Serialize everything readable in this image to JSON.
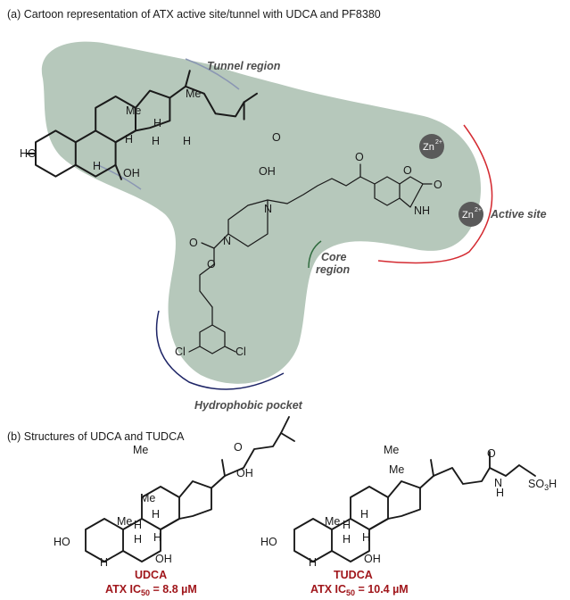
{
  "captions": {
    "a": "(a) Cartoon representation of ATX active site/tunnel with UDCA and PF8380",
    "b": "(b) Structures of UDCA and TUDCA"
  },
  "regions": {
    "tunnel": "Tunnel region",
    "active": "Active site",
    "core_line1": "Core",
    "core_line2": "region",
    "hydrophobic": "Hydrophobic pocket"
  },
  "ions": {
    "zn1": "Zn",
    "zn2": "Zn",
    "charge": "2+"
  },
  "atoms": {
    "ho": "HO",
    "oh": "OH",
    "me": "Me",
    "h": "H",
    "o": "O",
    "n": "N",
    "nh": "NH",
    "cl": "Cl",
    "so3h_prefix": "SO",
    "so3h_sub": "3",
    "so3h_suffix": "H"
  },
  "compounds": {
    "udca": {
      "name": "UDCA",
      "ic_prefix": "ATX IC",
      "ic_sub": "50",
      "ic_value": " = 8.8 µM"
    },
    "tudca": {
      "name": "TUDCA",
      "ic_prefix": "ATX IC",
      "ic_sub": "50",
      "ic_value": " = 10.4 µM"
    }
  },
  "colors": {
    "pocket_fill": "#b6c8bb",
    "tunnel_arc": "#8a96b3",
    "active_arc": "#d42a31",
    "core_arc": "#2f6b3e",
    "hydrophobic_arc": "#1d2466",
    "zn_fill": "#5a5a5a",
    "label_red": "#a0161b"
  }
}
